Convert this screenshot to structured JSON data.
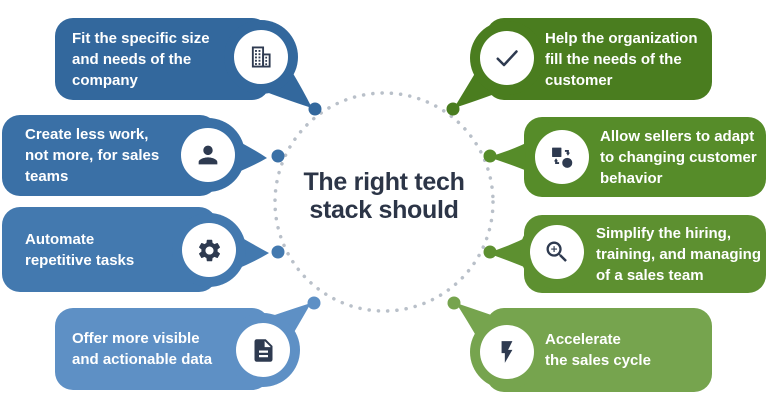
{
  "title": {
    "line1": "The right tech",
    "line2": "stack should"
  },
  "colors": {
    "background": "#ffffff",
    "title_text": "#2c3547",
    "icon_ink": "#2e3a50",
    "dotted_circle": "#b9c0c9",
    "bubble_text": "#ffffff"
  },
  "callouts_left": [
    {
      "lines": [
        "Fit the specific size",
        "and needs of the",
        "company"
      ],
      "icon": "building-icon",
      "color": "#33689d"
    },
    {
      "lines": [
        "Create less work,",
        "not more, for sales",
        "teams"
      ],
      "icon": "user-icon",
      "color": "#3a70a6"
    },
    {
      "lines": [
        "Automate",
        "repetitive tasks"
      ],
      "icon": "gear-icon",
      "color": "#4379af"
    },
    {
      "lines": [
        "Offer more visible",
        "and actionable data"
      ],
      "icon": "document-icon",
      "color": "#5e90c5"
    }
  ],
  "callouts_right": [
    {
      "lines": [
        "Help the organization",
        "fill the needs of the",
        "customer"
      ],
      "icon": "check-icon",
      "color": "#4a7d1f"
    },
    {
      "lines": [
        "Allow sellers to adapt",
        "to changing customer",
        "behavior"
      ],
      "icon": "transform-icon",
      "color": "#568c29"
    },
    {
      "lines": [
        "Simplify the hiring,",
        "training, and managing",
        "of a sales team"
      ],
      "icon": "zoom-in-icon",
      "color": "#5d9030"
    },
    {
      "lines": [
        "Accelerate",
        "the sales cycle"
      ],
      "icon": "bolt-icon",
      "color": "#76a44e"
    }
  ]
}
